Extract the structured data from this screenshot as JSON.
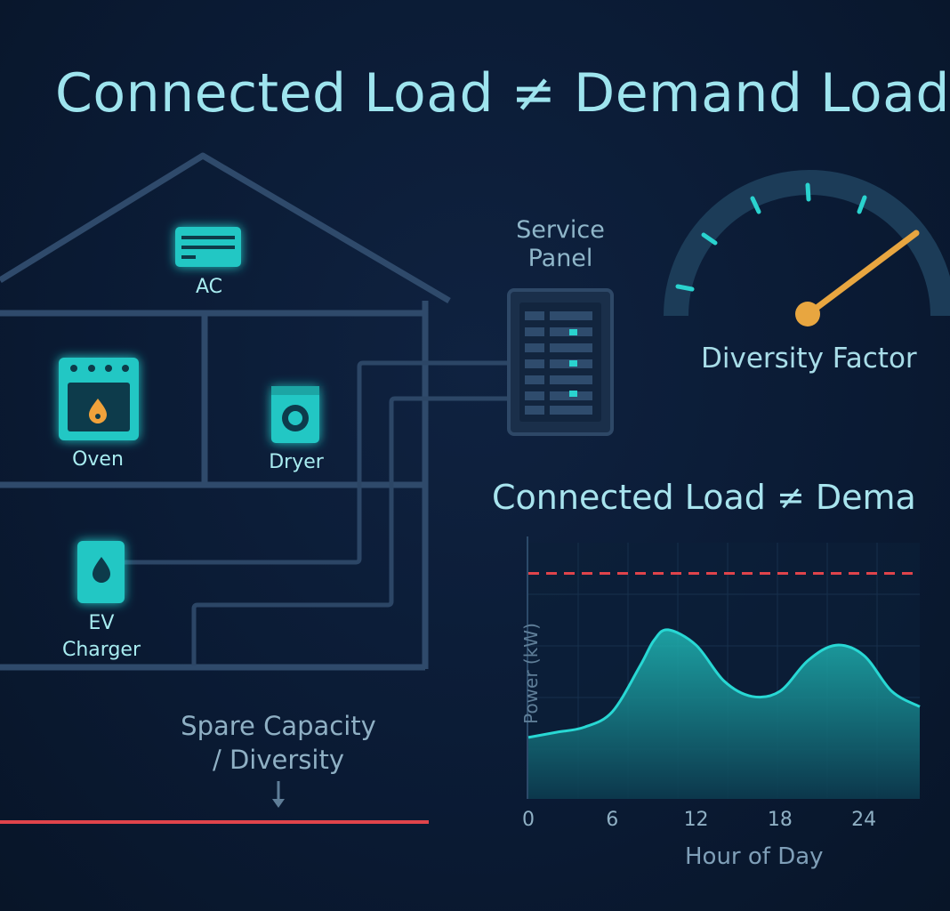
{
  "title": "Connected Load ≠ Demand Load",
  "appliances": {
    "ac": "AC",
    "oven": "Oven",
    "dryer": "Dryer",
    "ev_line1": "EV",
    "ev_line2": "Charger"
  },
  "service_panel": {
    "line1": "Service",
    "line2": "Panel"
  },
  "gauge": {
    "label": "Diversity Factor"
  },
  "spare": {
    "line1": "Spare Capacity",
    "line2": "/ Diversity"
  },
  "colors": {
    "accent": "#2ad3cf",
    "house_line": "#2f4a6b",
    "limit_red": "#e0444b",
    "flame": "#f0a23a",
    "needle": "#e8a640"
  },
  "chart_data": {
    "type": "area",
    "title": "Connected Load ≠ Dema",
    "xlabel": "Hour of Day",
    "ylabel": "Power (kW)",
    "x_ticks": [
      0,
      6,
      12,
      18,
      24
    ],
    "x": [
      0,
      2,
      4,
      6,
      8,
      9,
      10,
      12,
      14,
      16,
      18,
      20,
      22,
      24,
      26,
      28
    ],
    "values": [
      0.24,
      0.26,
      0.28,
      0.34,
      0.52,
      0.62,
      0.66,
      0.6,
      0.46,
      0.4,
      0.42,
      0.54,
      0.6,
      0.56,
      0.42,
      0.36
    ],
    "xlim": [
      0,
      28
    ],
    "ylim": [
      0,
      1
    ],
    "limit_line": 0.88,
    "grid": true
  }
}
